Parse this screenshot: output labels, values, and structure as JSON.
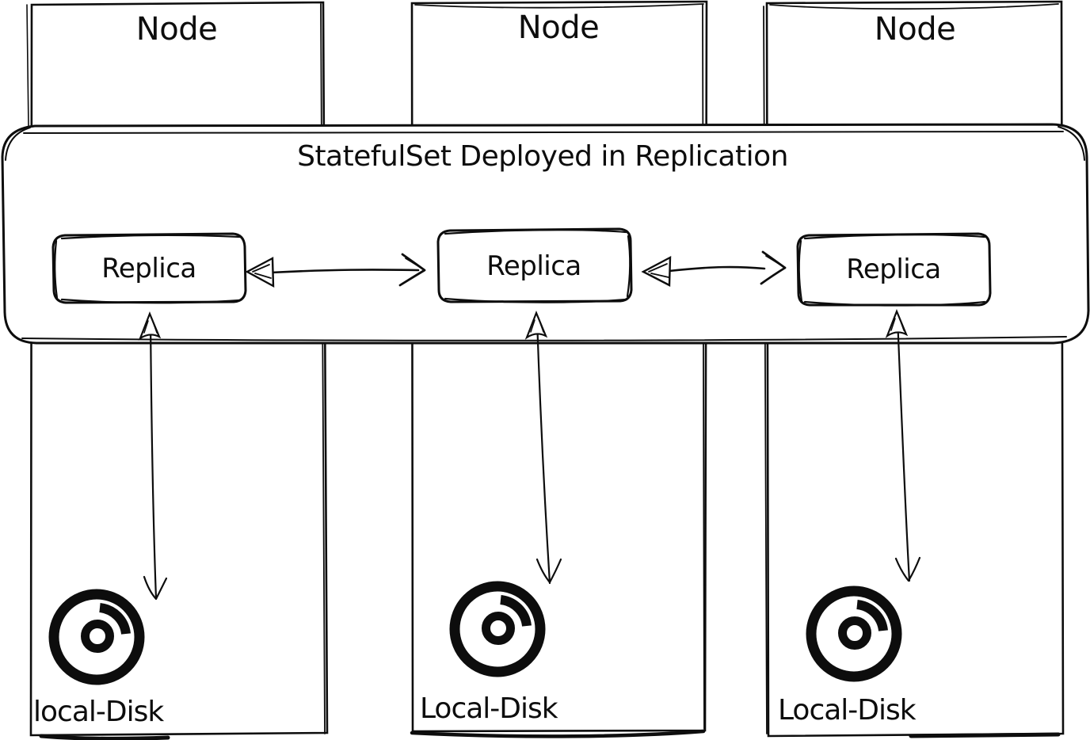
{
  "diagram": {
    "title": "StatefulSet Deployed in Replication",
    "colors": {
      "stroke": "#0d0d0d",
      "background": "#ffffff"
    },
    "nodes": [
      {
        "label": "Node",
        "replica": "Replica",
        "disk": "local-Disk",
        "icon": "disk-icon"
      },
      {
        "label": "Node",
        "replica": "Replica",
        "disk": "Local-Disk",
        "icon": "disk-icon"
      },
      {
        "label": "Node",
        "replica": "Replica",
        "disk": "Local-Disk",
        "icon": "disk-icon"
      }
    ],
    "connections": {
      "replica_to_replica": "bidirectional arrow",
      "replica_to_disk": "bidirectional arrow"
    }
  }
}
